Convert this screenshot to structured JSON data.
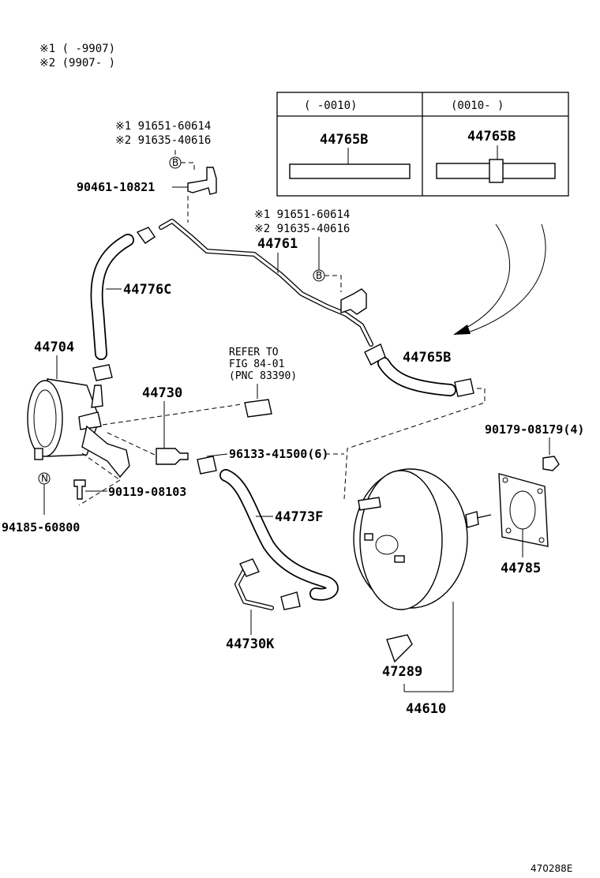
{
  "notes": {
    "n1": "※1 (      -9907)",
    "n2": "※2 (9907-      )"
  },
  "table": {
    "col1_header": "(      -0010)",
    "col2_header": "(0010-      )",
    "col1_part": "44765B",
    "col2_part": "44765B"
  },
  "labels": {
    "p_91651_a": "※1 91651-60614",
    "p_91635_a": "※2 91635-40616",
    "b_a": "B",
    "p_90461": "90461-10821",
    "p_91651_b": "※1 91651-60614",
    "p_91635_b": "※2 91635-40616",
    "p_44761": "44761",
    "b_b": "B",
    "p_44776c": "44776C",
    "p_44704": "44704",
    "refer1": "REFER TO",
    "refer2": "FIG 84-01",
    "refer3": "(PNC 83390)",
    "p_44765b": "44765B",
    "p_44730": "44730",
    "p_90179": "90179-08179(4)",
    "p_96133": "96133-41500(6)",
    "n_mark": "N",
    "p_90119": "90119-08103",
    "p_94185": "94185-60800",
    "p_44773f": "44773F",
    "p_44785": "44785",
    "p_44730k": "44730K",
    "p_47289": "47289",
    "p_44610": "44610",
    "code": "470288E"
  }
}
